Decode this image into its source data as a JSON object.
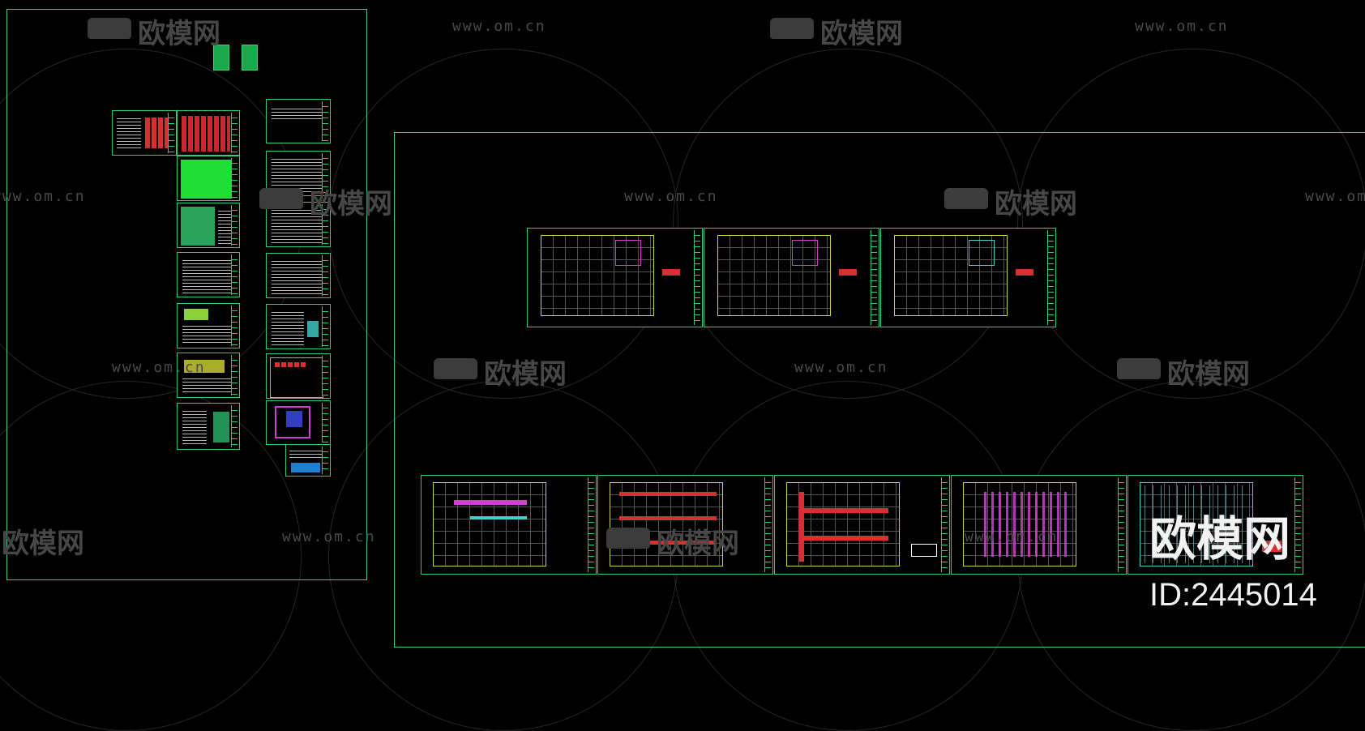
{
  "watermark": {
    "url": "www.om.cn",
    "brand": "欧模网"
  },
  "badge": {
    "brand": "欧模网",
    "id_text": "ID:2445014"
  },
  "colors": {
    "background": "#000000",
    "frame": "#3fd27a",
    "drawing_yellow": "#cdd63a",
    "duct_red": "#d83030",
    "duct_magenta": "#d040d0",
    "duct_cyan": "#40d0d0"
  },
  "icons": [
    "sofa-logo-icon"
  ]
}
